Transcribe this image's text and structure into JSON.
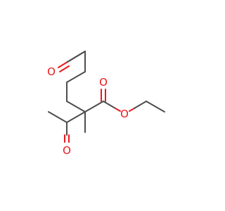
{
  "molecule": {
    "colors": {
      "carbon_bond": "#4d4d4d",
      "oxygen": "#e8191d",
      "background": "#ffffff"
    },
    "atoms": {
      "ketone_top_o": "O",
      "ester_carbonyl_o": "O",
      "ester_ether_o": "O",
      "acetyl_o": "O"
    }
  }
}
